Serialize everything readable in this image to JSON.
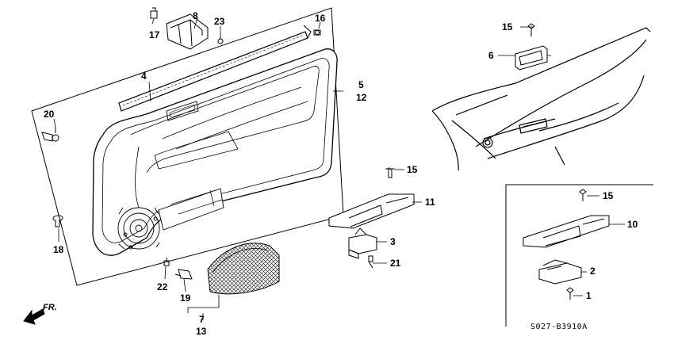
{
  "callouts": {
    "c1": "1",
    "c2": "2",
    "c3": "3",
    "c4": "4",
    "c5": "5",
    "c6": "6",
    "c7": "7",
    "c8": "8",
    "c10": "10",
    "c11": "11",
    "c12": "12",
    "c13": "13",
    "c15a": "15",
    "c15b": "15",
    "c15c": "15",
    "c16": "16",
    "c17": "17",
    "c18": "18",
    "c19": "19",
    "c20": "20",
    "c21": "21",
    "c22": "22",
    "c23": "23"
  },
  "direction_label": "FR.",
  "diagram_code": "S027-B3910A",
  "colors": {
    "line": "#000000",
    "background": "#ffffff",
    "hatch": "#555555"
  }
}
